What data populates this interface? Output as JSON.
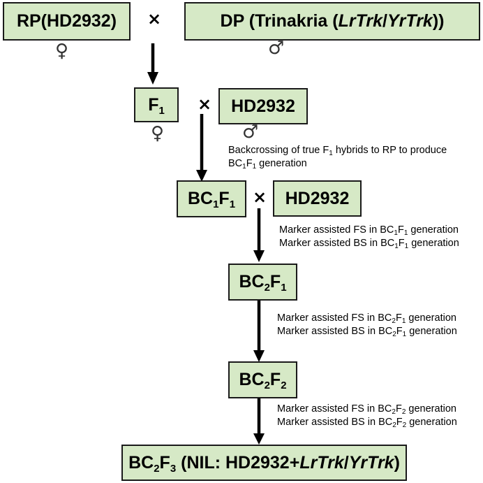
{
  "nodes": {
    "rp": {
      "label": "RP(HD2932)"
    },
    "dp": {
      "prefix": "DP (Trinakria (",
      "gene1": "LrTrk",
      "slash": "/",
      "gene2": "YrTrk",
      "suffix": "))"
    },
    "f1": {
      "base": "F",
      "sub": "1"
    },
    "hd_1": {
      "label": "HD2932"
    },
    "bc1f1": {
      "b1": "BC",
      "s1": "1",
      "b2": "F",
      "s2": "1"
    },
    "hd_2": {
      "label": "HD2932"
    },
    "bc2f1": {
      "b1": "BC",
      "s1": "2",
      "b2": "F",
      "s2": "1"
    },
    "bc2f2": {
      "b1": "BC",
      "s1": "2",
      "b2": "F",
      "s2": "2"
    },
    "final": {
      "b1": "BC",
      "s1": "2",
      "b2": "F",
      "s2": "3",
      "mid": " (NIL: HD2932+",
      "gene1": "LrTrk",
      "slash": "/",
      "gene2": "YrTrk",
      "end": ")"
    }
  },
  "symbols": {
    "cross": "×",
    "female": "♀",
    "male": "♂"
  },
  "notes": {
    "backcross": {
      "l1a": "Backcrossing of true F",
      "l1s": "1",
      "l1b": " hybrids to RP to produce",
      "l2a": "BC",
      "l2s1": "1",
      "l2b": "F",
      "l2s2": "1",
      "l2c": " generation"
    },
    "step1": {
      "fs": "Marker assisted FS in ",
      "bs": "Marker assisted BS in ",
      "g1": "BC",
      "s1": "1",
      "g2": "F",
      "s2": "1",
      "tail": " generation"
    },
    "step2": {
      "fs": "Marker assisted FS in ",
      "bs": "Marker assisted BS in ",
      "g1": "BC",
      "s1": "2",
      "g2": "F",
      "s2": "1",
      "tail": " generation"
    },
    "step3": {
      "fs": "Marker assisted FS in ",
      "bs": "Marker assisted BS in ",
      "g1": "BC",
      "s1": "2",
      "g2": "F",
      "s2": "2",
      "tail": " generation"
    }
  }
}
